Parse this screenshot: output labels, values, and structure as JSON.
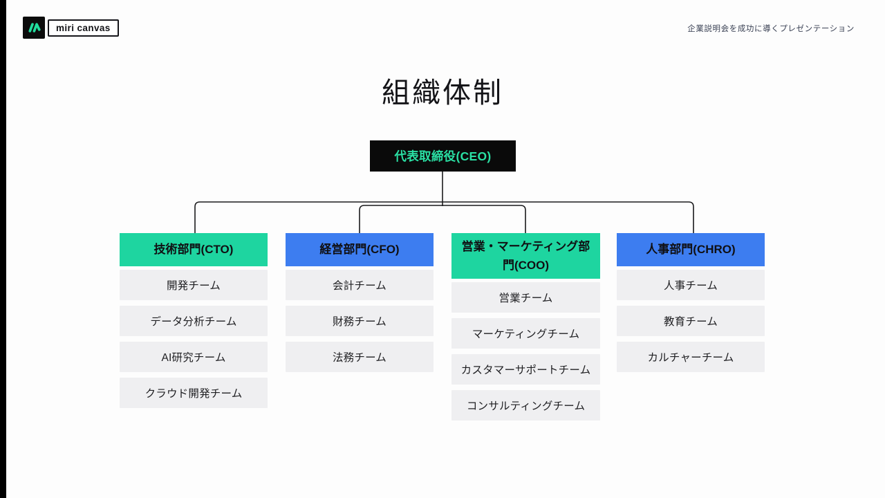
{
  "page": {
    "background": "#fdfdfd",
    "edge_bar_color": "#000000"
  },
  "brand": {
    "logo_text": "miri canvas",
    "logo_icon": "miricanvas-m-mark",
    "logo_square_bg": "#0c0c0c",
    "logo_mark_green": "#22dd9e"
  },
  "header": {
    "tagline": "企業説明会を成功に導くプレゼンテーション"
  },
  "slide": {
    "title": "組織体制"
  },
  "colors": {
    "accent_green": "#1ed5a0",
    "accent_blue": "#3d7df0",
    "item_bg": "#efeff1",
    "ceo_bg": "#0a0a0a",
    "ceo_text_green": "#2adfa3",
    "connector_line": "#1a1a1c",
    "header_text": "#101013",
    "item_text": "#1e1e21"
  },
  "org_chart": {
    "root": {
      "label": "代表取締役(CEO)"
    },
    "departments": [
      {
        "title": "技術部門(CTO)",
        "accent": "green",
        "teams": [
          "開発チーム",
          "データ分析チーム",
          "AI研究チーム",
          "クラウド開発チーム"
        ]
      },
      {
        "title": "経営部門(CFO)",
        "accent": "blue",
        "teams": [
          "会計チーム",
          "財務チーム",
          "法務チーム"
        ]
      },
      {
        "title": "営業・マーケティング部門(COO)",
        "accent": "green",
        "teams": [
          "営業チーム",
          "マーケティングチーム",
          "カスタマーサポートチーム",
          "コンサルティングチーム"
        ]
      },
      {
        "title": "人事部門(CHRO)",
        "accent": "blue",
        "teams": [
          "人事チーム",
          "教育チーム",
          "カルチャーチーム"
        ]
      }
    ]
  }
}
